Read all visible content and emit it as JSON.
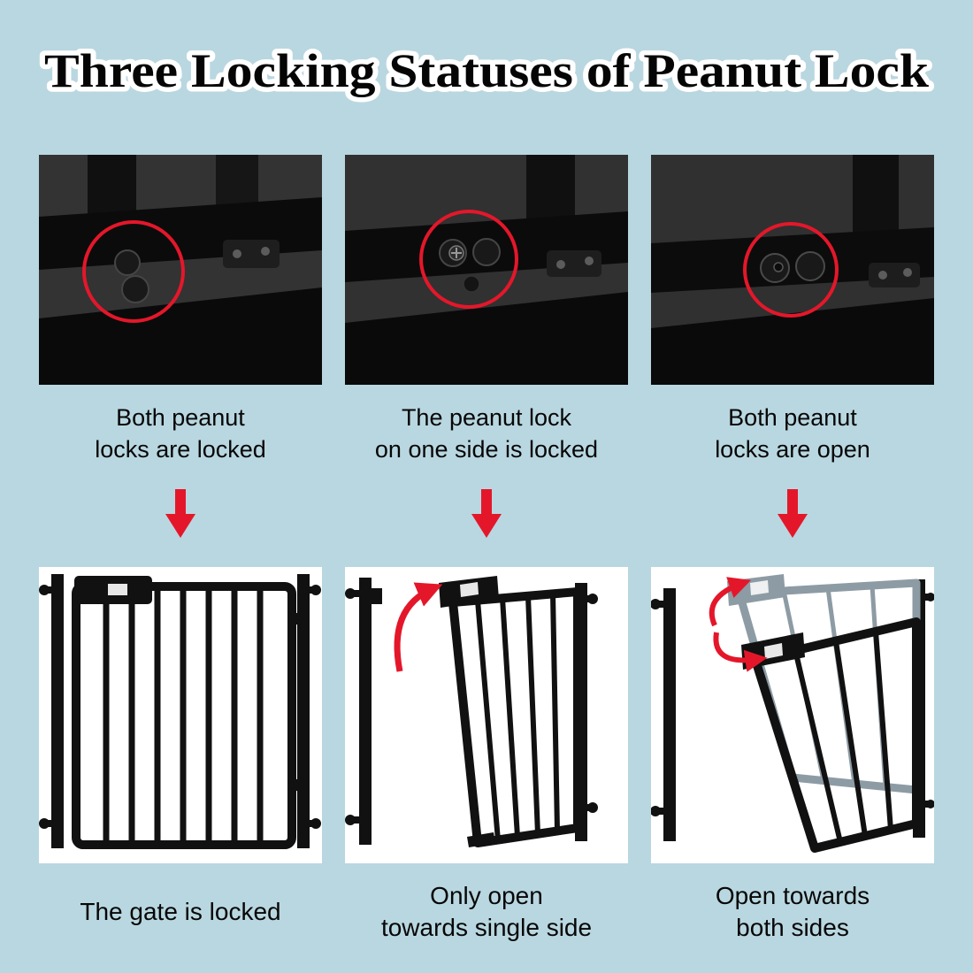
{
  "title": "Three Locking Statuses of Peanut Lock",
  "colors": {
    "background": "#b9d7e0",
    "accent_red": "#e4172a",
    "gate_black": "#111111",
    "ghost_gray": "#8d9ba4",
    "panel_white": "#ffffff"
  },
  "icons": {
    "down_arrow": "red-down-arrow-icon",
    "curved_arrow": "red-curved-arrow-icon",
    "highlight": "red-circle-highlight",
    "peanut_lock": "peanut-lock-shape"
  },
  "columns": [
    {
      "photo_caption": [
        "Both peanut",
        "locks are locked"
      ],
      "gate_caption": [
        "The gate is locked",
        ""
      ]
    },
    {
      "photo_caption": [
        "The peanut lock",
        "on one side is locked"
      ],
      "gate_caption": [
        "Only open",
        "towards single side"
      ]
    },
    {
      "photo_caption": [
        "Both peanut",
        "locks are open"
      ],
      "gate_caption": [
        "Open towards",
        "both sides"
      ]
    }
  ]
}
